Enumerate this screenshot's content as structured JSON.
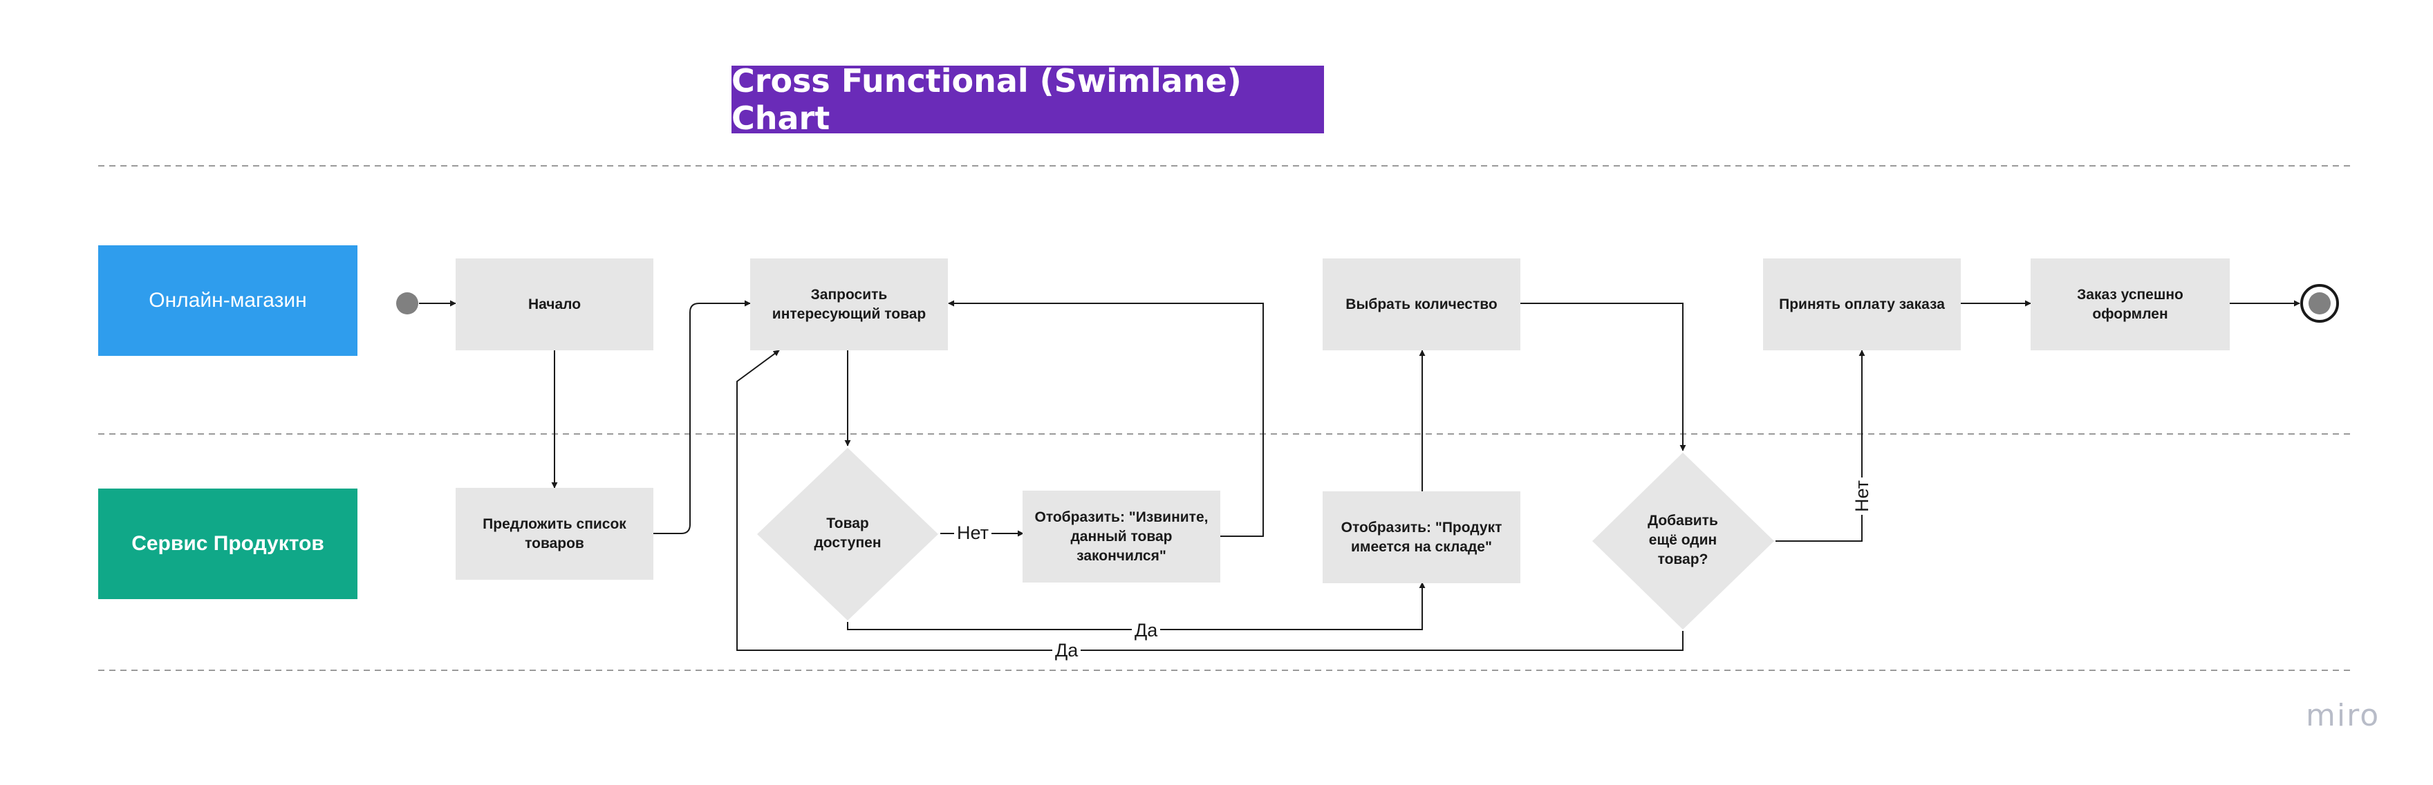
{
  "title": "Cross Functional (Swimlane) Chart",
  "lanes": {
    "shop": "Онлайн-магазин",
    "service": "Сервис Продуктов"
  },
  "nodes": {
    "start": "Начало",
    "request": "Запросить\nинтересующий товар",
    "choose_qty": "Выбрать количество",
    "accept_payment": "Принять оплату заказа",
    "order_done": "Заказ успешно оформлен",
    "offer_list": "Предложить список\nтоваров",
    "show_sorry": "Отобразить: \"Извините,\nданный товар\nзакончился\"",
    "show_in_stock": "Отобразить: \"Продукт\nимеется на  складе\""
  },
  "decisions": {
    "available": "Товар\nдоступен",
    "add_more": "Добавить\nещё один\nтовар?"
  },
  "edge_labels": {
    "no_available": "Нет",
    "yes_available": "Да",
    "yes_add_more": "Да",
    "no_add_more": "Нет"
  },
  "colors": {
    "title_bg": "#6a2bb8",
    "lane_shop": "#2f9ded",
    "lane_service": "#10a888",
    "node_fill": "#e6e6e6",
    "line": "#1a1a1a",
    "divider": "#9a9a9a"
  },
  "brand": "miro"
}
